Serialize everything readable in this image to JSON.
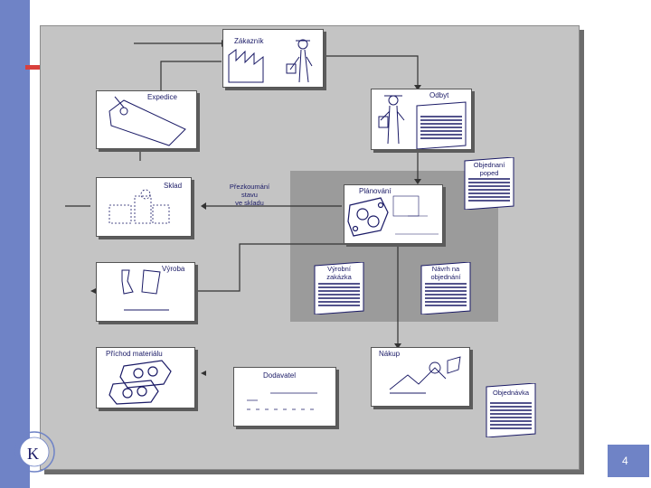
{
  "labels": {
    "zakaznik": "Zákazník",
    "expedice": "Expedice",
    "odbyt": "Odbyt",
    "objednavka_prijata": "Objednaní\npoped",
    "sklad": "Sklad",
    "prezkoumani": "Přezkoumání\nstavu\nve skladu",
    "planovani": "Plánování",
    "vyroba": "Výroba",
    "vyrobni_zakazka": "Výrobní\nzakázka",
    "navrh_objednani": "Návrh na\nobjednání",
    "prichod_materialu": "Příchod materiálu",
    "dodavatel": "Dodavatel",
    "nakup": "Nákup",
    "objednavka": "Objednávka"
  },
  "page_number": "4",
  "logo_letter": "K",
  "colors": {
    "accent": "#6f83c6",
    "line": "#1a1a66",
    "red": "#d9403c"
  }
}
